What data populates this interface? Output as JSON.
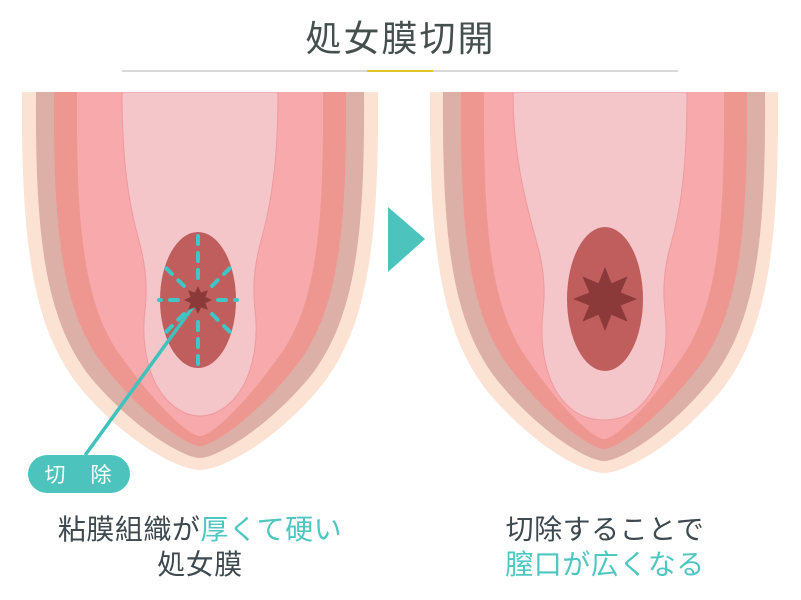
{
  "title": "処女膜切開",
  "excision_label": {
    "text": "切　除"
  },
  "captions": {
    "before": {
      "line1_dark": "粘膜組織が",
      "line1_teal": "厚くて硬い",
      "line2_dark": "処女膜"
    },
    "after": {
      "line1_dark": "切除することで",
      "line2_teal": "膣口が広くなる"
    }
  },
  "figures": {
    "before": {
      "name": "thick-hymen-before-incision",
      "parts": [
        "outer-skin-layer",
        "labia-majora-layer",
        "labia-inner-layer",
        "vestibule-layer",
        "inner-mucosa-area",
        "vaginal-opening-oval",
        "small-hymen-opening-star",
        "radial-incision-guide-lines",
        "excision-callout-line",
        "excision-label-pill"
      ]
    },
    "after": {
      "name": "widened-opening-after-excision",
      "parts": [
        "outer-skin-layer",
        "labia-majora-layer",
        "labia-inner-layer",
        "vestibule-layer",
        "inner-mucosa-area",
        "vaginal-opening-oval",
        "large-hymen-opening-star"
      ]
    }
  },
  "icons": {
    "arrow": "right-triangle-arrow"
  },
  "colors": {
    "title_text": "#454f4e",
    "divider_gray": "#d9d9d9",
    "divider_accent_yellow": "#e0c421",
    "teal_accent": "#4cc4bd",
    "incision_dash_teal": "#3fc6c6",
    "caption_dark": "#3e4a4f",
    "caption_teal": "#4ec7c1",
    "layer_outer_peach": "#fbe2d3",
    "layer_dusty_rose": "#dcafa7",
    "layer_salmon": "#ee9790",
    "layer_pink": "#f8a9ab",
    "layer_pale_pink": "#f4c6ca",
    "pale_outline": "#ee9a9e",
    "opening_oval": "#c05e5e",
    "opening_star": "#8c3939"
  }
}
